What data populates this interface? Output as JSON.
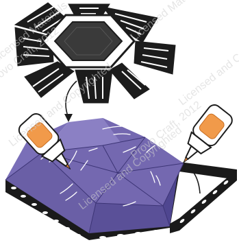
{
  "illustration": {
    "watermark_lines": [
      "Licensed Materials",
      "Provo Craft, 2012",
      "Licensed and Copyrighted",
      "Licensed Materials",
      "Provo Craft, 2012",
      "Licensed and Copyrighted",
      "Licensed and Copyrighted"
    ],
    "colors": {
      "ink": "#1c1c1c",
      "panel": "#ffffff",
      "hexagon_dark": "#3a3a3a",
      "box_top": "#7468b0",
      "box_face_light": "#8b80c4",
      "box_face_mid": "#6a5fa6",
      "box_face_dark": "#4f4690",
      "strip": "#1a1a1a",
      "glue_body": "#ffffff",
      "glue_label": "#f19a4a",
      "glue_tip": "#e8873a",
      "watermark": "#cfcfcf"
    },
    "icons": {
      "cutout": "embellishment-cutout-icon",
      "glue_left": "glue-bottle-icon",
      "glue_right": "glue-bottle-icon",
      "arrow_down": "curved-arrow-down-icon",
      "arrow_up": "curved-arrow-up-icon"
    }
  }
}
